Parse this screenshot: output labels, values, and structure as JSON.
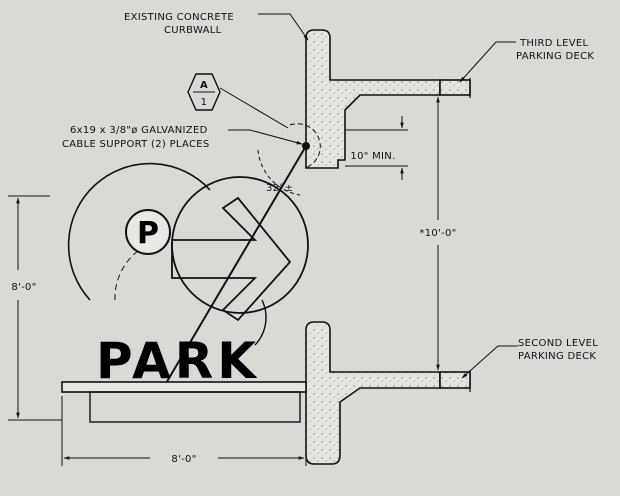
{
  "labels": {
    "existing_curbwall_1": "EXISTING CONCRETE",
    "existing_curbwall_2": "CURBWALL",
    "third_level_1": "THIRD LEVEL",
    "third_level_2": "PARKING DECK",
    "second_level_1": "SECOND LEVEL",
    "second_level_2": "PARKING DECK",
    "cable_1": "6x19 x 3/8\"ø GALVANIZED",
    "cable_2": "CABLE SUPPORT (2) PLACES",
    "section_letter": "A",
    "section_number": "1",
    "min_dim": "10\" MIN.",
    "angle": "32°±",
    "floor_height": "*10'-0\"",
    "sign_height": "8'-0\"",
    "sign_width": "8'-0\"",
    "sign_p": "P",
    "sign_text": "PARK"
  },
  "colors": {
    "background": "#d9d9d6",
    "ink": "#111111",
    "concrete": "#e6e6e2"
  }
}
